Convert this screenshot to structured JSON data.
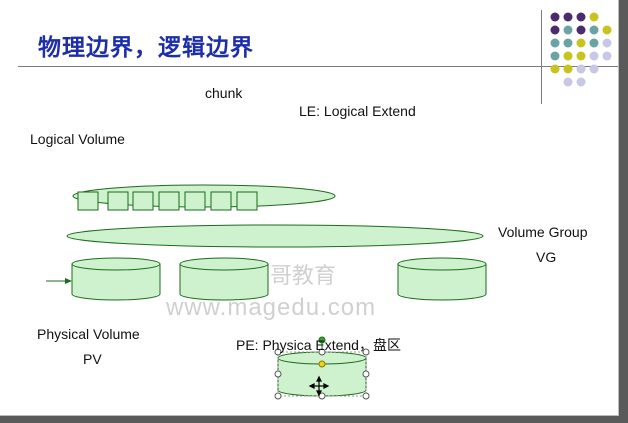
{
  "slide": {
    "title": "物理边界，逻辑边界",
    "labels": {
      "chunk": "chunk",
      "le": "LE: Logical Extend",
      "logical_volume": "Logical Volume",
      "volume_group": "Volume Group",
      "vg": "VG",
      "physical_volume": "Physical Volume",
      "pv": "PV",
      "pe": "PE: Physica Extend，盘区"
    },
    "watermark": {
      "top": "哥教育",
      "bottom": "www.magedu.com"
    },
    "colors": {
      "title": "#1d2ea6",
      "shape_fill": "#cdf2cd",
      "shape_stroke": "#1d6b1d",
      "dot_purple": "#4b2a6e",
      "dot_teal": "#6aa3a3",
      "dot_yellow": "#c8c41c",
      "dot_lilac": "#c8c8e6"
    }
  }
}
